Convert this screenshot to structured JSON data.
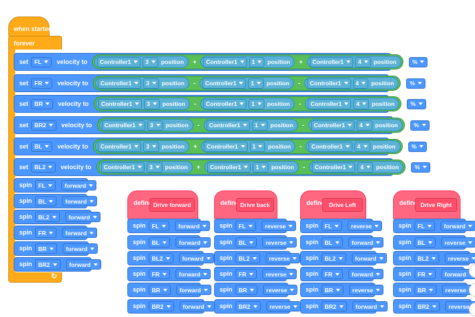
{
  "main_script": {
    "hat_label": "when started",
    "forever_label": "forever",
    "set_label": "set",
    "velocity_to_label": "velocity to",
    "position_label": "position",
    "controller_label": "Controller1",
    "set_rows": [
      {
        "motor": "FL",
        "a": "3",
        "b": "1",
        "c": "4",
        "op1": "+",
        "op2": "+",
        "unit": "%"
      },
      {
        "motor": "FR",
        "a": "3",
        "b": "1",
        "c": "4",
        "op1": "-",
        "op2": "-",
        "unit": "%"
      },
      {
        "motor": "BR",
        "a": "3",
        "b": "1",
        "c": "4",
        "op1": "-",
        "op2": "-",
        "unit": "%"
      },
      {
        "motor": "BR2",
        "a": "3",
        "b": "1",
        "c": "4",
        "op1": "-",
        "op2": "-",
        "unit": "%"
      },
      {
        "motor": "BL",
        "a": "3",
        "b": "1",
        "c": "4",
        "op1": "+",
        "op2": "-",
        "unit": "%"
      },
      {
        "motor": "BL2",
        "a": "3",
        "b": "1",
        "c": "4",
        "op1": "+",
        "op2": "-",
        "unit": "%"
      }
    ],
    "spin_label": "spin",
    "spin_rows": [
      {
        "motor": "FL",
        "dir": "forward"
      },
      {
        "motor": "BL",
        "dir": "forward"
      },
      {
        "motor": "BL2",
        "dir": "forward"
      },
      {
        "motor": "FR",
        "dir": "forward"
      },
      {
        "motor": "BR",
        "dir": "forward"
      },
      {
        "motor": "BR2",
        "dir": "forward"
      }
    ]
  },
  "define_label": "define",
  "procedures": [
    {
      "name": "Drive forward",
      "spins": [
        {
          "motor": "FL",
          "dir": "forward"
        },
        {
          "motor": "BL",
          "dir": "forward"
        },
        {
          "motor": "BL2",
          "dir": "forward"
        },
        {
          "motor": "FR",
          "dir": "forward"
        },
        {
          "motor": "BR",
          "dir": "forward"
        },
        {
          "motor": "BR2",
          "dir": "forward"
        }
      ]
    },
    {
      "name": "Drive back",
      "spins": [
        {
          "motor": "FL",
          "dir": "reverse"
        },
        {
          "motor": "BL",
          "dir": "reverse"
        },
        {
          "motor": "BL2",
          "dir": "reverse"
        },
        {
          "motor": "FR",
          "dir": "reverse"
        },
        {
          "motor": "BR",
          "dir": "reverse"
        },
        {
          "motor": "BR2",
          "dir": "reverse"
        }
      ]
    },
    {
      "name": "Drive Left",
      "spins": [
        {
          "motor": "FL",
          "dir": "reverse"
        },
        {
          "motor": "BL",
          "dir": "forward"
        },
        {
          "motor": "BL2",
          "dir": "forward"
        },
        {
          "motor": "FR",
          "dir": "forward"
        },
        {
          "motor": "BR",
          "dir": "reverse"
        },
        {
          "motor": "BR2",
          "dir": "forward"
        }
      ]
    },
    {
      "name": "Drive Right",
      "spins": [
        {
          "motor": "FL",
          "dir": "forward"
        },
        {
          "motor": "BL",
          "dir": "reverse"
        },
        {
          "motor": "BL2",
          "dir": "reverse"
        },
        {
          "motor": "FR",
          "dir": "forward"
        },
        {
          "motor": "BR",
          "dir": "reverse"
        },
        {
          "motor": "BR2",
          "dir": "reverse"
        }
      ]
    }
  ],
  "colors": {
    "event": "#ffab19",
    "motion": "#4c97ff",
    "operator": "#59c059",
    "sensing": "#5cb1d6",
    "custom": "#ff6680"
  },
  "icons": {
    "loop_arrow": "loop-arrow-icon",
    "dropdown": "caret-down-icon"
  }
}
